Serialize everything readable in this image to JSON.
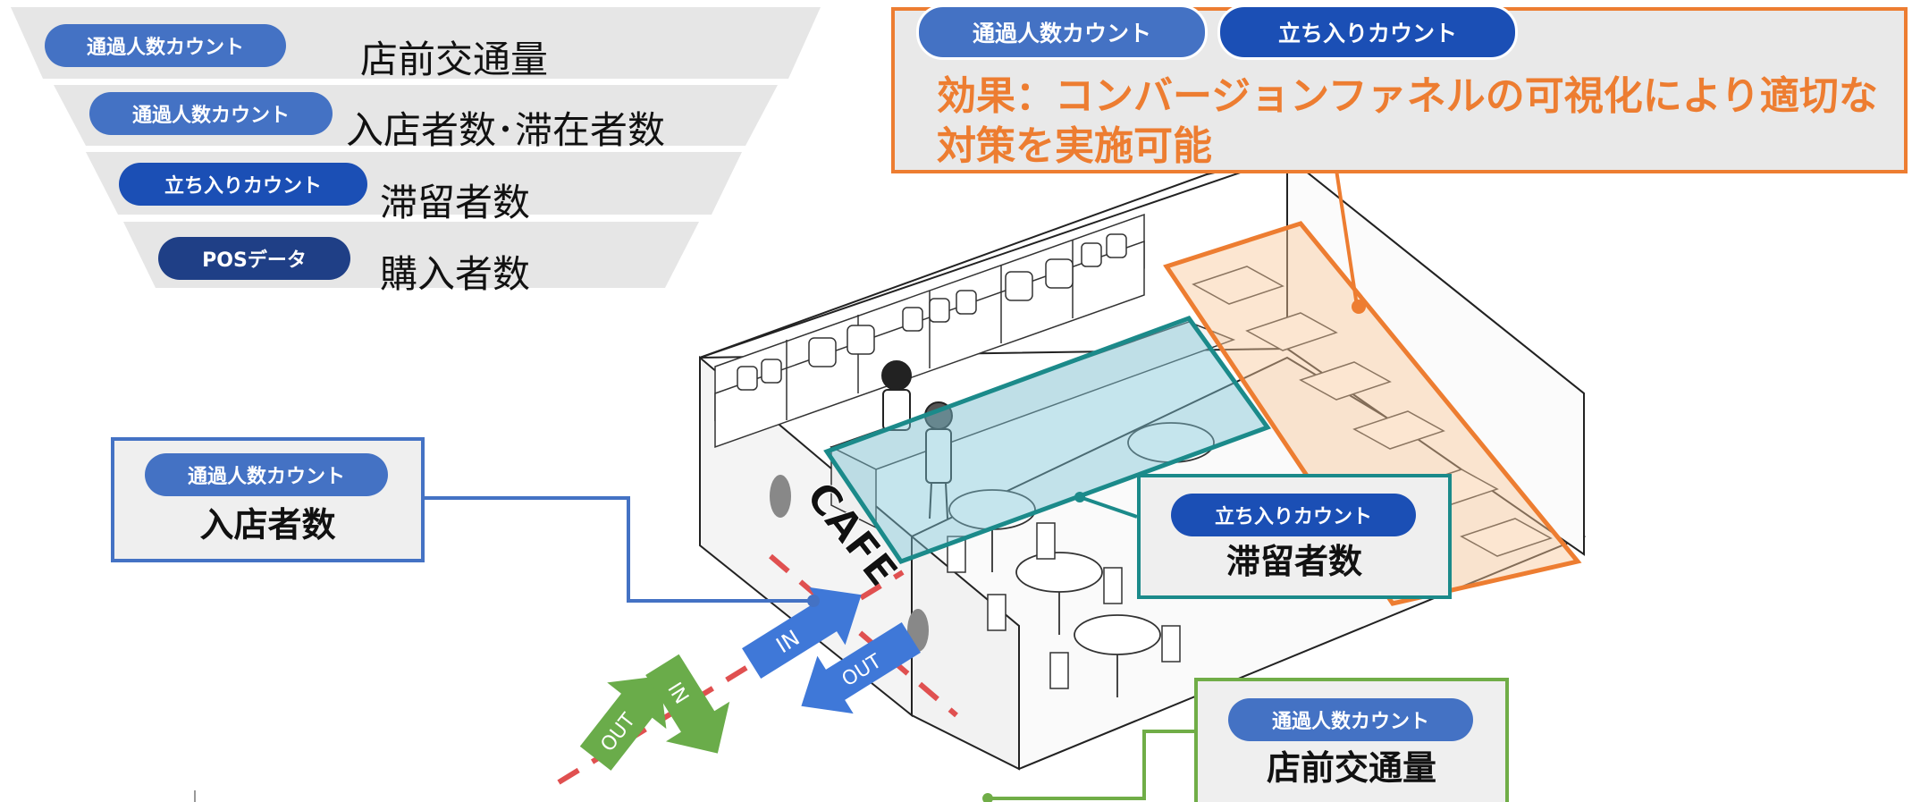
{
  "funnel": {
    "rows": [
      {
        "tag": "通過人数カウント",
        "label": "店前交通量"
      },
      {
        "tag": "通過人数カウント",
        "label": "入店者数･滞在者数"
      },
      {
        "tag": "立ち入りカウント",
        "label": "滞留者数"
      },
      {
        "tag": "POSデータ",
        "label": "購入者数"
      }
    ]
  },
  "effect": {
    "tag1": "通過人数カウント",
    "tag2": "立ち入りカウント",
    "text": "効果：コンバージョンファネルの可視化により適切な対策を実施可能"
  },
  "callouts": {
    "entry": {
      "tag": "通過人数カウント",
      "label": "入店者数"
    },
    "stay": {
      "tag": "立ち入りカウント",
      "label": "滞留者数"
    },
    "traffic": {
      "tag": "通過人数カウント",
      "label": "店前交通量"
    }
  },
  "scene": {
    "sign": "CAFE",
    "arrow_in": "IN",
    "arrow_out": "OUT",
    "walk_in": "IN",
    "walk_out": "OUT"
  },
  "colors": {
    "blue": "#4472c4",
    "navy": "#1f3f86",
    "orange": "#ed7d31",
    "teal": "#1b8a8a",
    "green": "#70ad47",
    "red_dash": "#e05050"
  }
}
